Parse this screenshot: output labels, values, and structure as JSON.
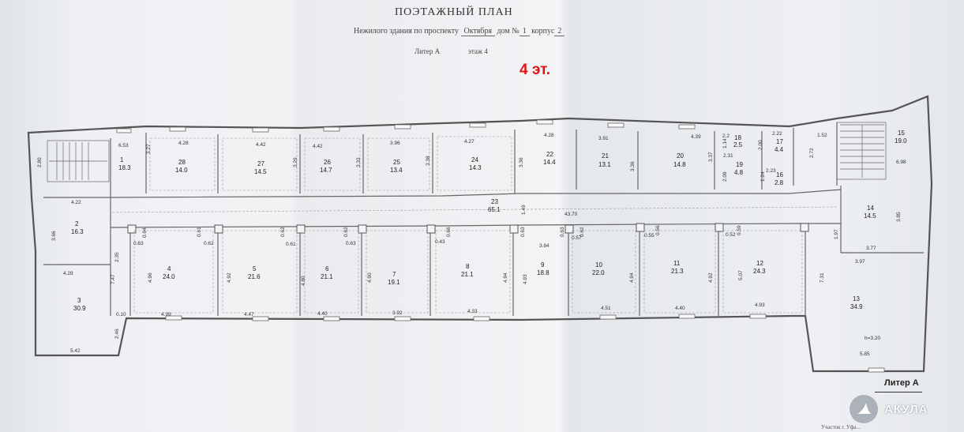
{
  "header": {
    "title": "ПОЭТАЖНЫЙ ПЛАН",
    "subtitle_prefix": "Нежилого здания по проспекту",
    "street": "Октября",
    "house_label": "дом №",
    "house_number": "1",
    "building_label": "корпус",
    "building_number": "2",
    "litera_label": "Литер А",
    "floor_label": "этаж 4"
  },
  "floor_badge": "4 эт.",
  "litera_bottom": "Литер А",
  "watermark": {
    "brand": "АКУЛА",
    "icon": "shark-fin-icon"
  },
  "footer_note": "Участок г. Уфа...",
  "height_note": "h=3.20",
  "corridor_total": "43.70",
  "rooms": [
    {
      "id": "1",
      "area": "18.3"
    },
    {
      "id": "2",
      "area": "16.3"
    },
    {
      "id": "3",
      "area": "30.9"
    },
    {
      "id": "4",
      "area": "24.0"
    },
    {
      "id": "5",
      "area": "21.6"
    },
    {
      "id": "6",
      "area": "21.1"
    },
    {
      "id": "7",
      "area": "19.1"
    },
    {
      "id": "8",
      "area": "21.1"
    },
    {
      "id": "9",
      "area": "18.8"
    },
    {
      "id": "10",
      "area": "22.0"
    },
    {
      "id": "11",
      "area": "21.3"
    },
    {
      "id": "12",
      "area": "24.3"
    },
    {
      "id": "13",
      "area": "34.9"
    },
    {
      "id": "14",
      "area": "14.5"
    },
    {
      "id": "15",
      "area": "19.0"
    },
    {
      "id": "16",
      "area": "2.8"
    },
    {
      "id": "17",
      "area": "4.4"
    },
    {
      "id": "18",
      "area": "2.5"
    },
    {
      "id": "19",
      "area": "4.8"
    },
    {
      "id": "20",
      "area": "14.8"
    },
    {
      "id": "21",
      "area": "13.1"
    },
    {
      "id": "22",
      "area": "14.4"
    },
    {
      "id": "23",
      "area": "65.1"
    },
    {
      "id": "24",
      "area": "14.3"
    },
    {
      "id": "25",
      "area": "13.4"
    },
    {
      "id": "26",
      "area": "14.7"
    },
    {
      "id": "27",
      "area": "14.5"
    },
    {
      "id": "28",
      "area": "14.0"
    }
  ],
  "dimensions": [
    "6.53",
    "2.80",
    "3.27",
    "4.28",
    "4.42",
    "3.29",
    "4.42",
    "3.33",
    "3.96",
    "3.38",
    "4.27",
    "3.36",
    "4.28",
    "3.91",
    "3.36",
    "4.39",
    "3.37",
    "2.22",
    "2.31",
    "2.00",
    "1.14",
    "2.09",
    "1.24",
    "2.23",
    "1.52",
    "2.72",
    "6.98",
    "4.22",
    "3.66",
    "2.35",
    "4.28",
    "7.47",
    "0.10",
    "2.46",
    "5.42",
    "0.64",
    "0.63",
    "0.61",
    "0.62",
    "0.62",
    "0.61",
    "0.63",
    "0.62",
    "0.43",
    "0.66",
    "0.63",
    "0.63",
    "0.62",
    "0.57",
    "0.55",
    "0.56",
    "0.59",
    "0.52",
    "1.49",
    "3.84",
    "4.96",
    "4.92",
    "4.80",
    "4.90",
    "4.94",
    "4.93",
    "4.94",
    "4.92",
    "5.07",
    "7.31",
    "1.97",
    "3.77",
    "3.97",
    "3.85",
    "4.99",
    "4.47",
    "4.40",
    "3.92",
    "4.33",
    "4.51",
    "4.40",
    "4.93",
    "5.85",
    "2.2"
  ]
}
